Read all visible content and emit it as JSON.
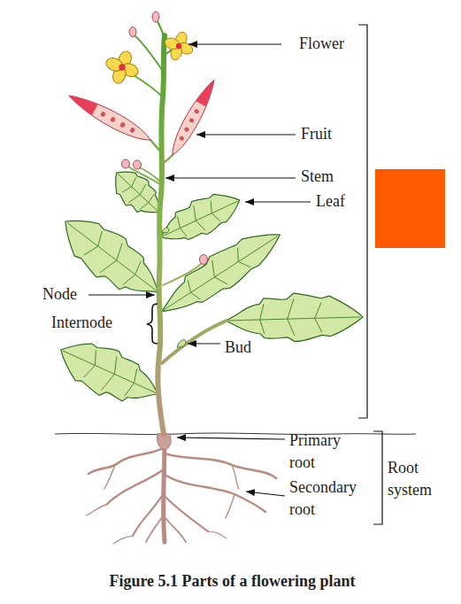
{
  "diagram": {
    "caption": "Figure 5.1 Parts of a flowering plant",
    "labels": [
      "Flower",
      "Fruit",
      "Stem",
      "Leaf",
      "Node",
      "Internode",
      "Bud",
      "Primary root",
      "Secondary root",
      "Root system"
    ]
  }
}
